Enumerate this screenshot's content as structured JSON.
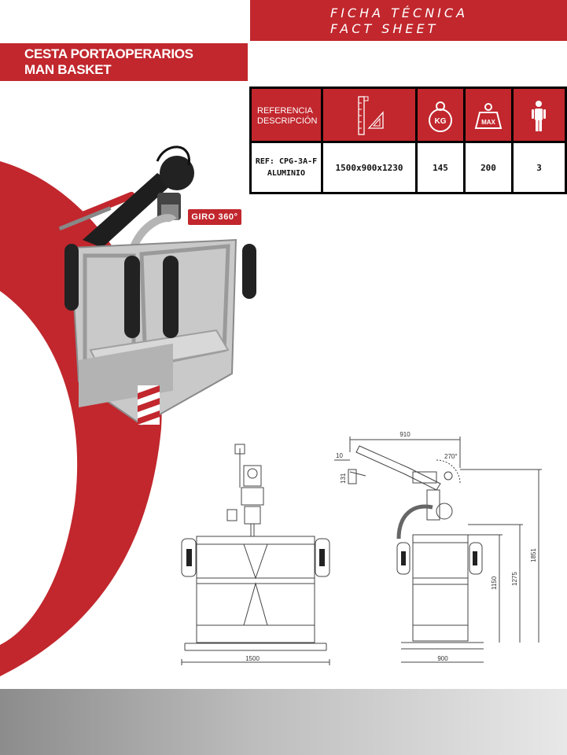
{
  "header": {
    "title_es": "FICHA TÉCNICA",
    "title_en": "FACT SHEET"
  },
  "product": {
    "name_es": "CESTA PORTAOPERARIOS",
    "name_en": "MAN BASKET"
  },
  "spec_table": {
    "headers": {
      "reference_label_1": "REFERENCIA",
      "reference_label_2": "DESCRIPCIÓN",
      "dimensions_icon": "dimensions-icon",
      "weight_icon": "weight-kg-icon",
      "weight_icon_text": "KG",
      "max_load_icon": "max-load-icon",
      "max_load_icon_text": "MAX",
      "persons_icon": "person-icon"
    },
    "row": {
      "reference": "REF: CPG-3A-F",
      "description": "ALUMINIO",
      "dimensions": "1500x900x1230",
      "weight": "145",
      "max_load": "200",
      "persons": "3"
    }
  },
  "badge": {
    "rotation": "GIRO 360°"
  },
  "drawing": {
    "front_width": "1500",
    "side_reach": "910",
    "side_offset": "10",
    "side_small": "131",
    "side_angle": "270°",
    "side_width": "900",
    "height_basket": "1150",
    "height_mid": "1275",
    "height_total": "1851"
  },
  "colors": {
    "brand_red": "#c1272d",
    "basket_grey": "#b8b8b8"
  }
}
